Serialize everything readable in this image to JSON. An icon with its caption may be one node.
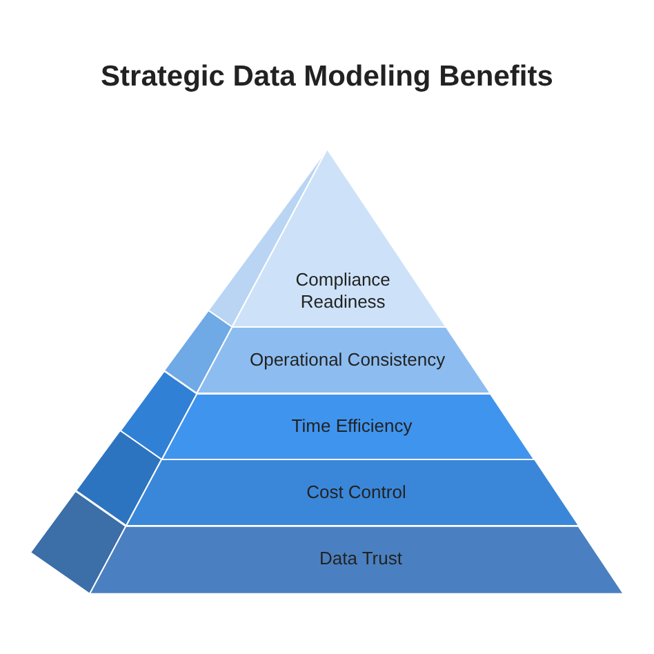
{
  "diagram": {
    "title": "Strategic Data Modeling Benefits",
    "nodes": [
      {
        "text": [
          "Compliance Readiness"
        ]
      },
      {
        "text": [
          "Operational Consistency"
        ]
      },
      {
        "text": [
          "Time Efficiency"
        ]
      },
      {
        "text": [
          "Cost Control"
        ]
      },
      {
        "text": [
          "Data Trust"
        ]
      }
    ],
    "edges": []
  }
}
